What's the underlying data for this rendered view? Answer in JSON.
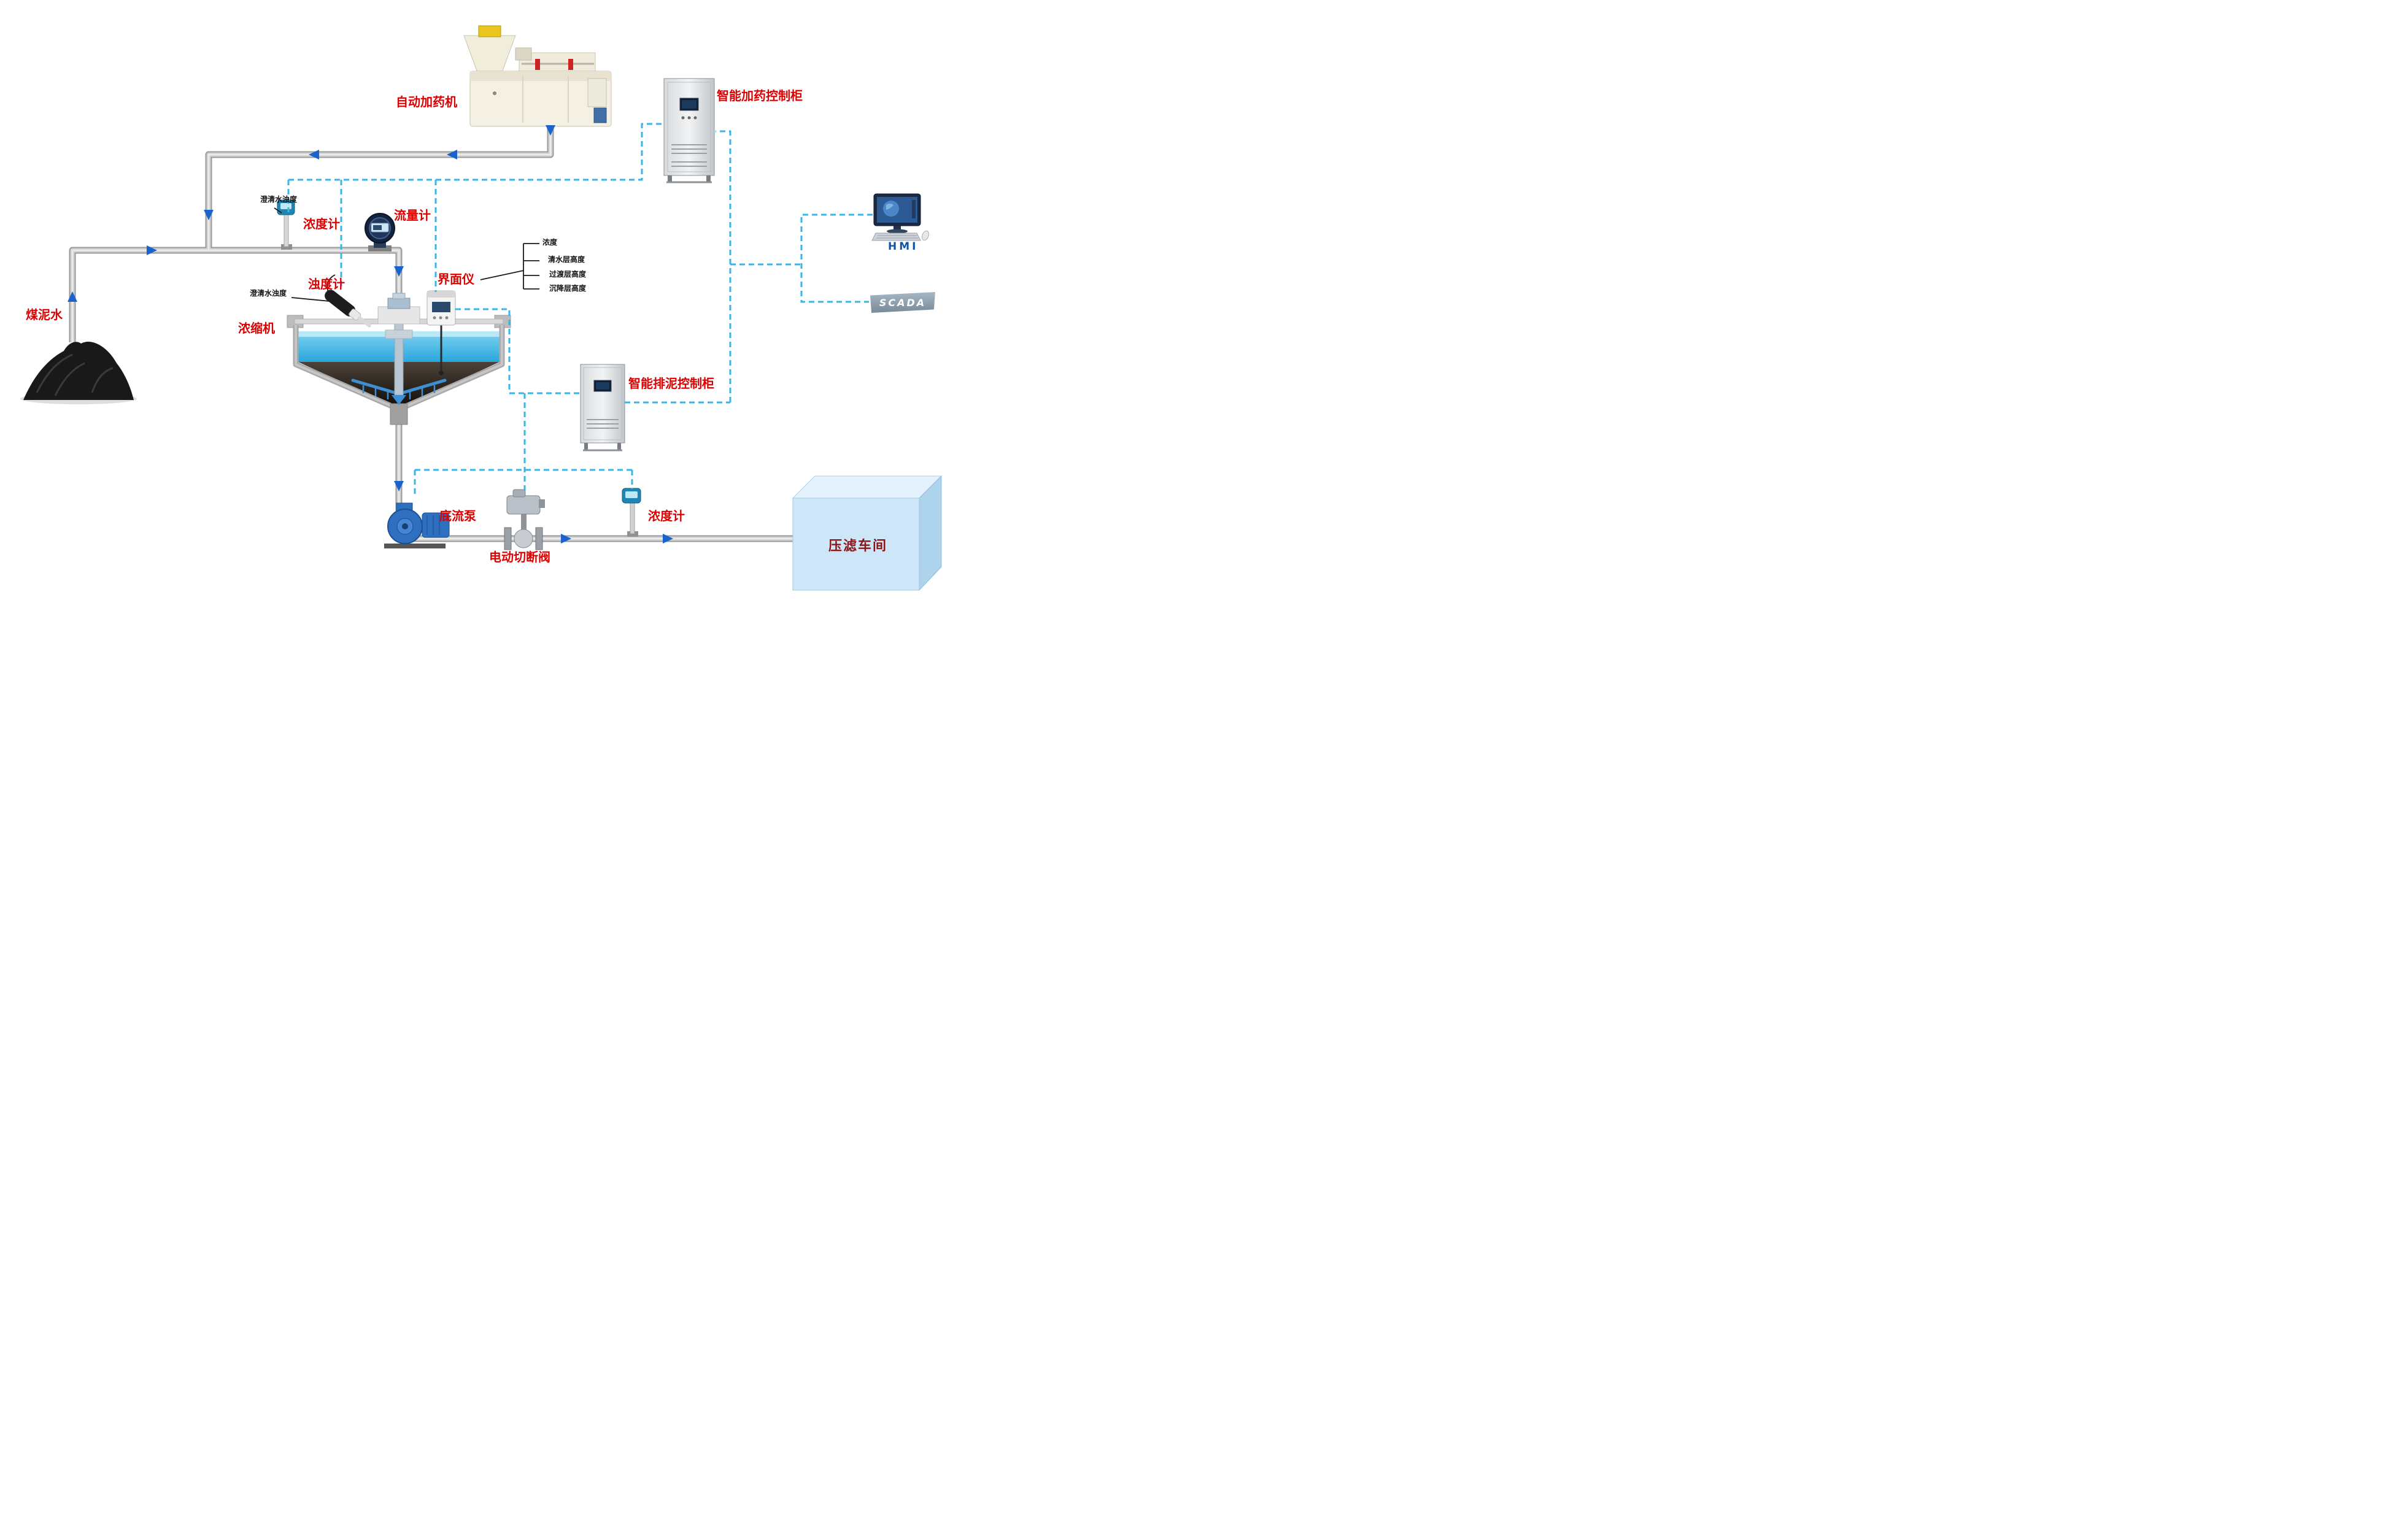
{
  "labels": {
    "dosing_machine": "自动加药机",
    "dosing_cabinet": "智能加药控制柜",
    "hmi": "HMI",
    "scada": "SCADA",
    "density_meter_top": "浓度计",
    "flow_meter": "流量计",
    "turbidity_meter": "浊度计",
    "interface_meter": "界面仪",
    "thickener": "浓缩机",
    "coal_slurry_water": "煤泥水",
    "mud_cabinet": "智能排泥控制柜",
    "underflow_pump": "底流泵",
    "electric_valve": "电动切断阀",
    "density_meter_bottom": "浓度计",
    "filter_press_workshop": "压滤车间",
    "clarified_water_turbidity_top": "澄清水浊度",
    "clarified_water_turbidity_mid": "澄清水浊度"
  },
  "interface_params": [
    "浓度",
    "清水层高度",
    "过渡层高度",
    "沉降层高度"
  ],
  "colors": {
    "label-red": "#de0000",
    "label-dark-red": "#8c1515",
    "hmi-blue": "#1255a4",
    "arrow-blue": "#1a63cc",
    "signal-line": "#3ab5ea",
    "pipe-outer": "#9a9a9a",
    "pipe-inner": "#d2d2d2"
  }
}
